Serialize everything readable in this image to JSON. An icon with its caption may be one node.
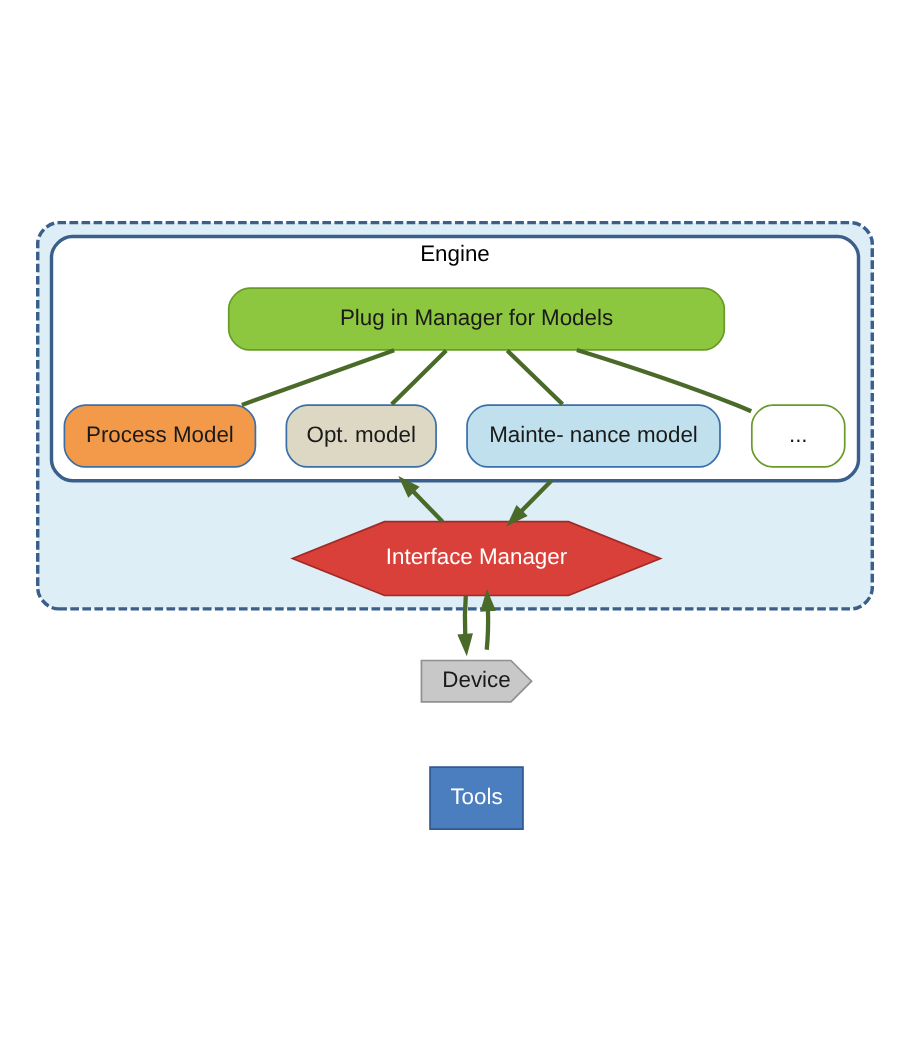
{
  "diagram": {
    "nodes": [
      {
        "text": [],
        "shape": "box"
      },
      {
        "text": [
          "Engine"
        ],
        "in": 0
      },
      {
        "text": [
          "Plug in Manager for Models"
        ],
        "in": 1
      },
      {
        "text": [
          "Process Model"
        ],
        "in": 1
      },
      {
        "text": [
          "Opt. model"
        ],
        "in": 1
      },
      {
        "text": [
          "Mainte- nance model"
        ],
        "in": 1
      },
      {
        "text": [
          "..."
        ],
        "in": 1
      },
      {
        "text": [
          "Interface Manager"
        ],
        "in": 0
      },
      {
        "text": [
          "Device"
        ]
      },
      {
        "text": [
          "Tools"
        ]
      }
    ],
    "edges": [
      {
        "from": 2,
        "to": 3,
        "arrow": "none"
      },
      {
        "from": 2,
        "to": 4,
        "arrow": "none"
      },
      {
        "from": 2,
        "to": 5,
        "arrow": "none"
      },
      {
        "from": 2,
        "to": 6,
        "arrow": "none"
      },
      {
        "from": 1,
        "to": 7,
        "arrow": "to"
      },
      {
        "from": 7,
        "to": 1,
        "arrow": "to"
      },
      {
        "from": 8,
        "to": 7,
        "arrow": "to"
      },
      {
        "from": 7,
        "to": 8,
        "arrow": "to"
      }
    ]
  }
}
